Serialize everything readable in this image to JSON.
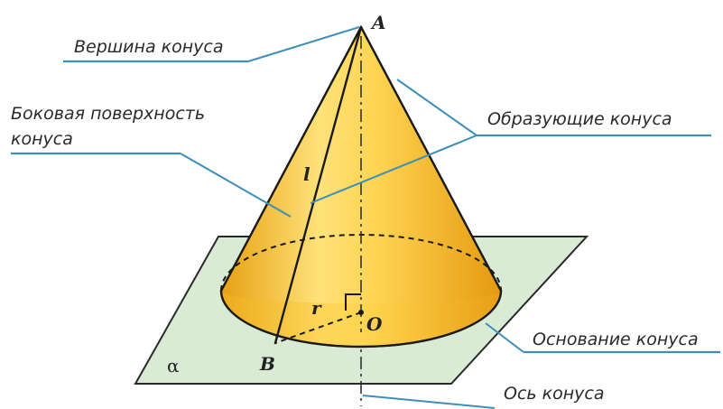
{
  "labels": {
    "apex": "Вершина конуса",
    "lateral_line1": "Боковая поверхность",
    "lateral_line2": "конуса",
    "generators": "Образующие конуса",
    "base": "Основание конуса",
    "axis": "Ось конуса"
  },
  "points": {
    "A": "A",
    "B": "B",
    "O": "O",
    "l": "l",
    "r": "r",
    "alpha": "α"
  },
  "colors": {
    "cone_light": "#ffe27a",
    "cone_mid": "#f8c22a",
    "cone_dark": "#e79a10",
    "base_fill": "#f6c23a",
    "plane_fill": "#d9ead5",
    "pointer": "#3d8fb8"
  }
}
